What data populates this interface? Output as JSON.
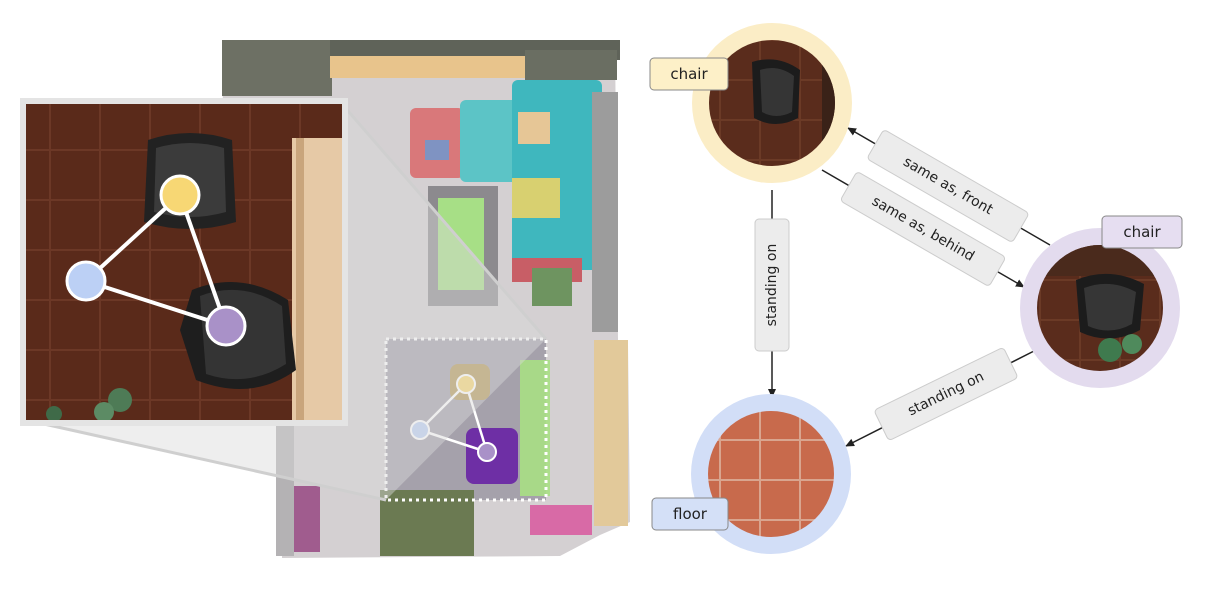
{
  "colors": {
    "chair_a": "#f7d774",
    "chair_b": "#a991c8",
    "floor": "#bcd0f5",
    "ring_a": "#fbedc6",
    "ring_b": "#e3dbee",
    "ring_floor": "#d2def7",
    "tag_a_fill": "#fdf0c8",
    "tag_b_fill": "#e6def1",
    "tag_floor_fill": "#d4e0f7",
    "edge_label_fill": "#ececec",
    "edge_line": "#222222"
  },
  "graph": {
    "nodes": [
      {
        "id": "chair_a",
        "label": "chair"
      },
      {
        "id": "chair_b",
        "label": "chair"
      },
      {
        "id": "floor",
        "label": "floor"
      }
    ],
    "edges": [
      {
        "from": "chair_b",
        "to": "chair_a",
        "label": "same as, front"
      },
      {
        "from": "chair_a",
        "to": "chair_b",
        "label": "same as, behind"
      },
      {
        "from": "chair_a",
        "to": "floor",
        "label": "standing on"
      },
      {
        "from": "chair_b",
        "to": "floor",
        "label": "standing on"
      }
    ]
  }
}
